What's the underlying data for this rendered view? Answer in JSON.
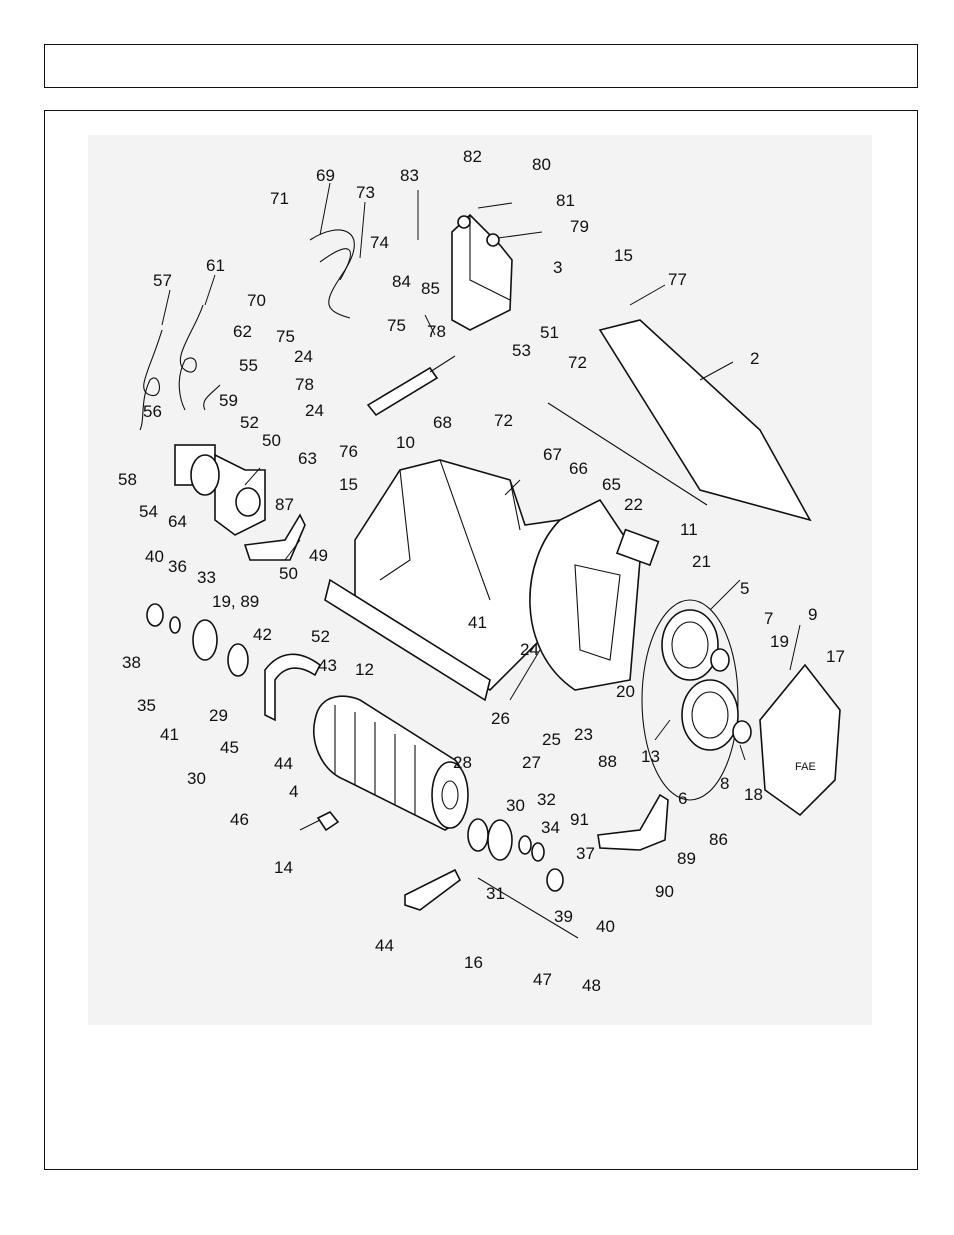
{
  "header": {
    "title": ""
  },
  "diagram": {
    "logo_text": "FAE",
    "callouts": [
      {
        "id": "c69",
        "text": "69"
      },
      {
        "id": "c73",
        "text": "73"
      },
      {
        "id": "c83",
        "text": "83"
      },
      {
        "id": "c82",
        "text": "82"
      },
      {
        "id": "c80",
        "text": "80"
      },
      {
        "id": "c71",
        "text": "71"
      },
      {
        "id": "c81",
        "text": "81"
      },
      {
        "id": "c79",
        "text": "79"
      },
      {
        "id": "c74",
        "text": "74"
      },
      {
        "id": "c3",
        "text": "3"
      },
      {
        "id": "c61",
        "text": "61"
      },
      {
        "id": "c57",
        "text": "57"
      },
      {
        "id": "c84",
        "text": "84"
      },
      {
        "id": "c15a",
        "text": "15"
      },
      {
        "id": "c77",
        "text": "77"
      },
      {
        "id": "c70",
        "text": "70"
      },
      {
        "id": "c85",
        "text": "85"
      },
      {
        "id": "c62",
        "text": "62"
      },
      {
        "id": "c51",
        "text": "51"
      },
      {
        "id": "c75a",
        "text": "75"
      },
      {
        "id": "c78a",
        "text": "78"
      },
      {
        "id": "c75b",
        "text": "75"
      },
      {
        "id": "c2",
        "text": "2"
      },
      {
        "id": "c72a",
        "text": "72"
      },
      {
        "id": "c24a",
        "text": "24"
      },
      {
        "id": "c53",
        "text": "53"
      },
      {
        "id": "c55",
        "text": "55"
      },
      {
        "id": "c78b",
        "text": "78"
      },
      {
        "id": "c59",
        "text": "59"
      },
      {
        "id": "c24b",
        "text": "24"
      },
      {
        "id": "c68",
        "text": "68"
      },
      {
        "id": "c72b",
        "text": "72"
      },
      {
        "id": "c56",
        "text": "56"
      },
      {
        "id": "c52a",
        "text": "52"
      },
      {
        "id": "c50a",
        "text": "50"
      },
      {
        "id": "c76",
        "text": "76"
      },
      {
        "id": "c10",
        "text": "10"
      },
      {
        "id": "c67",
        "text": "67"
      },
      {
        "id": "c66",
        "text": "66"
      },
      {
        "id": "c58",
        "text": "58"
      },
      {
        "id": "c63",
        "text": "63"
      },
      {
        "id": "c65",
        "text": "65"
      },
      {
        "id": "c15b",
        "text": "15"
      },
      {
        "id": "c54",
        "text": "54"
      },
      {
        "id": "c64",
        "text": "64"
      },
      {
        "id": "c87",
        "text": "87"
      },
      {
        "id": "c22",
        "text": "22"
      },
      {
        "id": "c11",
        "text": "11"
      },
      {
        "id": "c21",
        "text": "21"
      },
      {
        "id": "c49",
        "text": "49"
      },
      {
        "id": "c40a",
        "text": "40"
      },
      {
        "id": "c36",
        "text": "36"
      },
      {
        "id": "c5",
        "text": "5"
      },
      {
        "id": "c33",
        "text": "33"
      },
      {
        "id": "c50b",
        "text": "50"
      },
      {
        "id": "c1989",
        "text": "19,  89"
      },
      {
        "id": "c41a",
        "text": "41"
      },
      {
        "id": "c9",
        "text": "9"
      },
      {
        "id": "c7",
        "text": "7"
      },
      {
        "id": "c17",
        "text": "17"
      },
      {
        "id": "c52b",
        "text": "52"
      },
      {
        "id": "c42",
        "text": "42"
      },
      {
        "id": "c38",
        "text": "38"
      },
      {
        "id": "c12",
        "text": "12"
      },
      {
        "id": "c43",
        "text": "43"
      },
      {
        "id": "c24c",
        "text": "24"
      },
      {
        "id": "c19",
        "text": "19"
      },
      {
        "id": "c20",
        "text": "20"
      },
      {
        "id": "c35",
        "text": "35"
      },
      {
        "id": "c29",
        "text": "29"
      },
      {
        "id": "c41b",
        "text": "41"
      },
      {
        "id": "c26",
        "text": "26"
      },
      {
        "id": "c23",
        "text": "23"
      },
      {
        "id": "c25",
        "text": "25"
      },
      {
        "id": "c13",
        "text": "13"
      },
      {
        "id": "c45",
        "text": "45"
      },
      {
        "id": "c30a",
        "text": "30"
      },
      {
        "id": "c44a",
        "text": "44"
      },
      {
        "id": "c28",
        "text": "28"
      },
      {
        "id": "c27",
        "text": "27"
      },
      {
        "id": "c88",
        "text": "88"
      },
      {
        "id": "c8",
        "text": "8"
      },
      {
        "id": "c18",
        "text": "18"
      },
      {
        "id": "c6",
        "text": "6"
      },
      {
        "id": "c4",
        "text": "4"
      },
      {
        "id": "c46",
        "text": "46"
      },
      {
        "id": "c30b",
        "text": "30"
      },
      {
        "id": "c32",
        "text": "32"
      },
      {
        "id": "c34",
        "text": "34"
      },
      {
        "id": "c91",
        "text": "91"
      },
      {
        "id": "c86",
        "text": "86"
      },
      {
        "id": "c37",
        "text": "37"
      },
      {
        "id": "c89",
        "text": "89"
      },
      {
        "id": "c14",
        "text": "14"
      },
      {
        "id": "c31",
        "text": "31"
      },
      {
        "id": "c90",
        "text": "90"
      },
      {
        "id": "c39",
        "text": "39"
      },
      {
        "id": "c40b",
        "text": "40"
      },
      {
        "id": "c44b",
        "text": "44"
      },
      {
        "id": "c16",
        "text": "16"
      },
      {
        "id": "c47",
        "text": "47"
      },
      {
        "id": "c48",
        "text": "48"
      }
    ]
  }
}
